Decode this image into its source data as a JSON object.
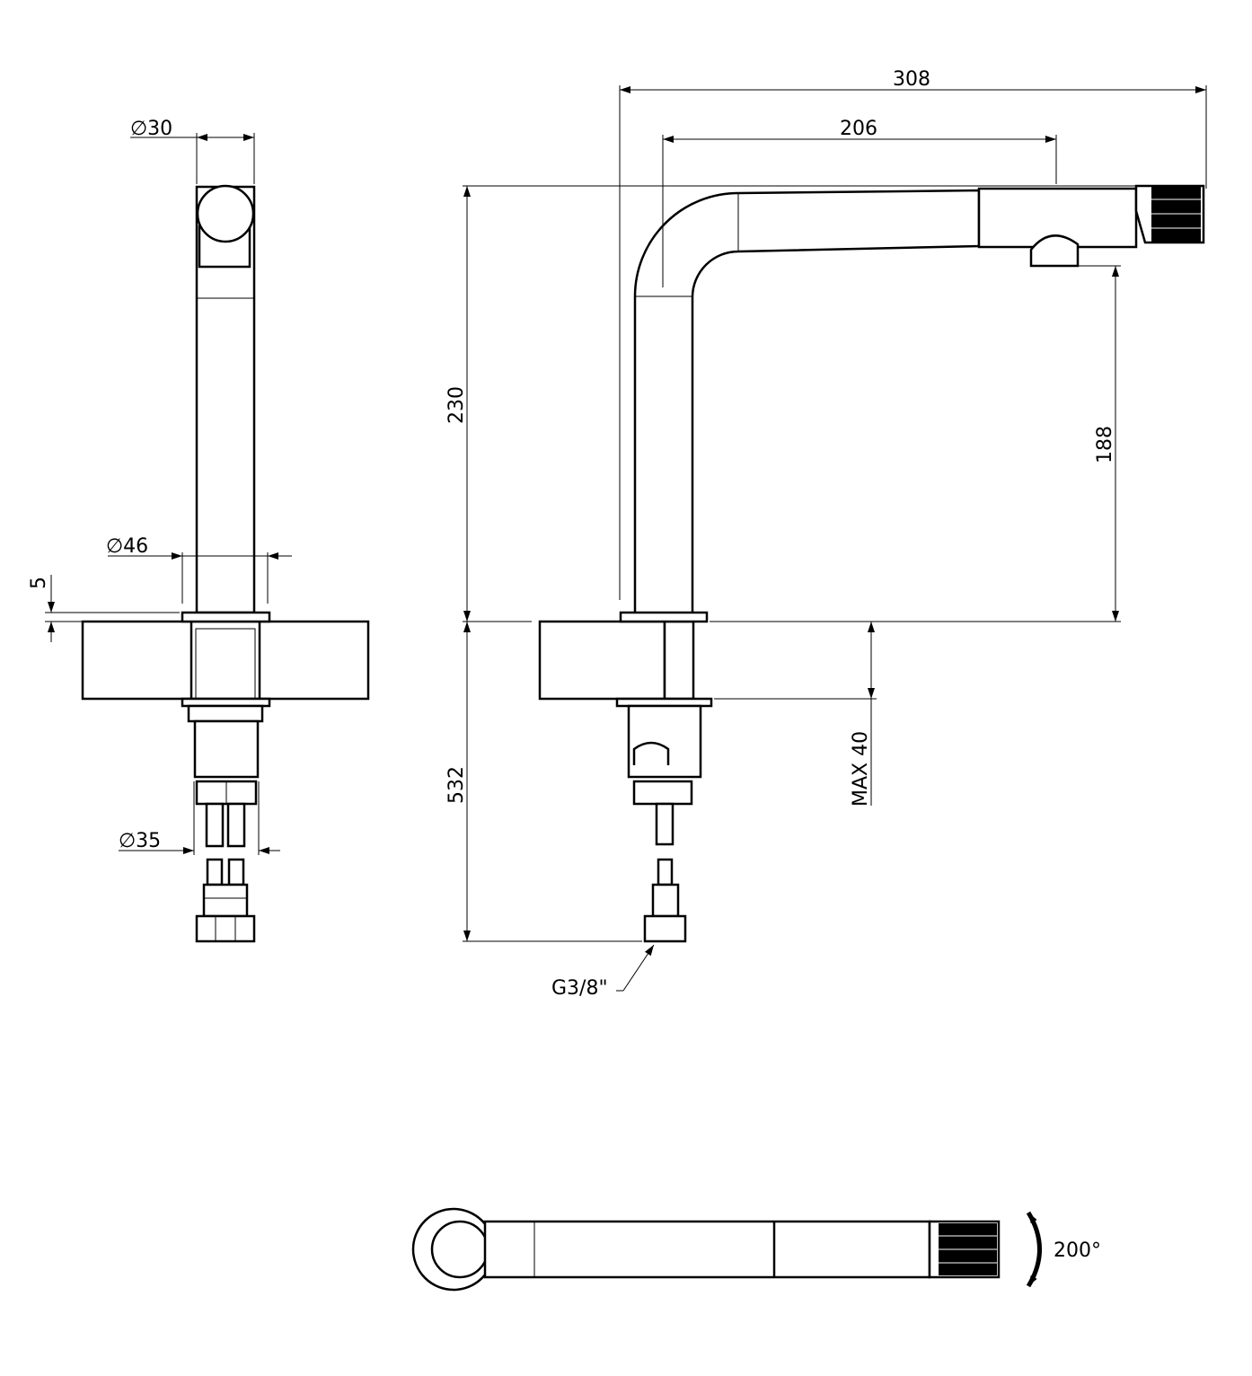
{
  "dimensions": {
    "side_top_diameter": "∅30",
    "side_flange_diameter": "∅46",
    "side_flange_height": "5",
    "side_shank_diameter": "∅35",
    "overall_reach": "308",
    "spout_reach": "206",
    "height": "230",
    "spout_clearance": "188",
    "hose_length": "532",
    "max_counter_thickness": "MAX 40",
    "connection_thread": "G3/8\"",
    "rotation_angle": "200°"
  }
}
